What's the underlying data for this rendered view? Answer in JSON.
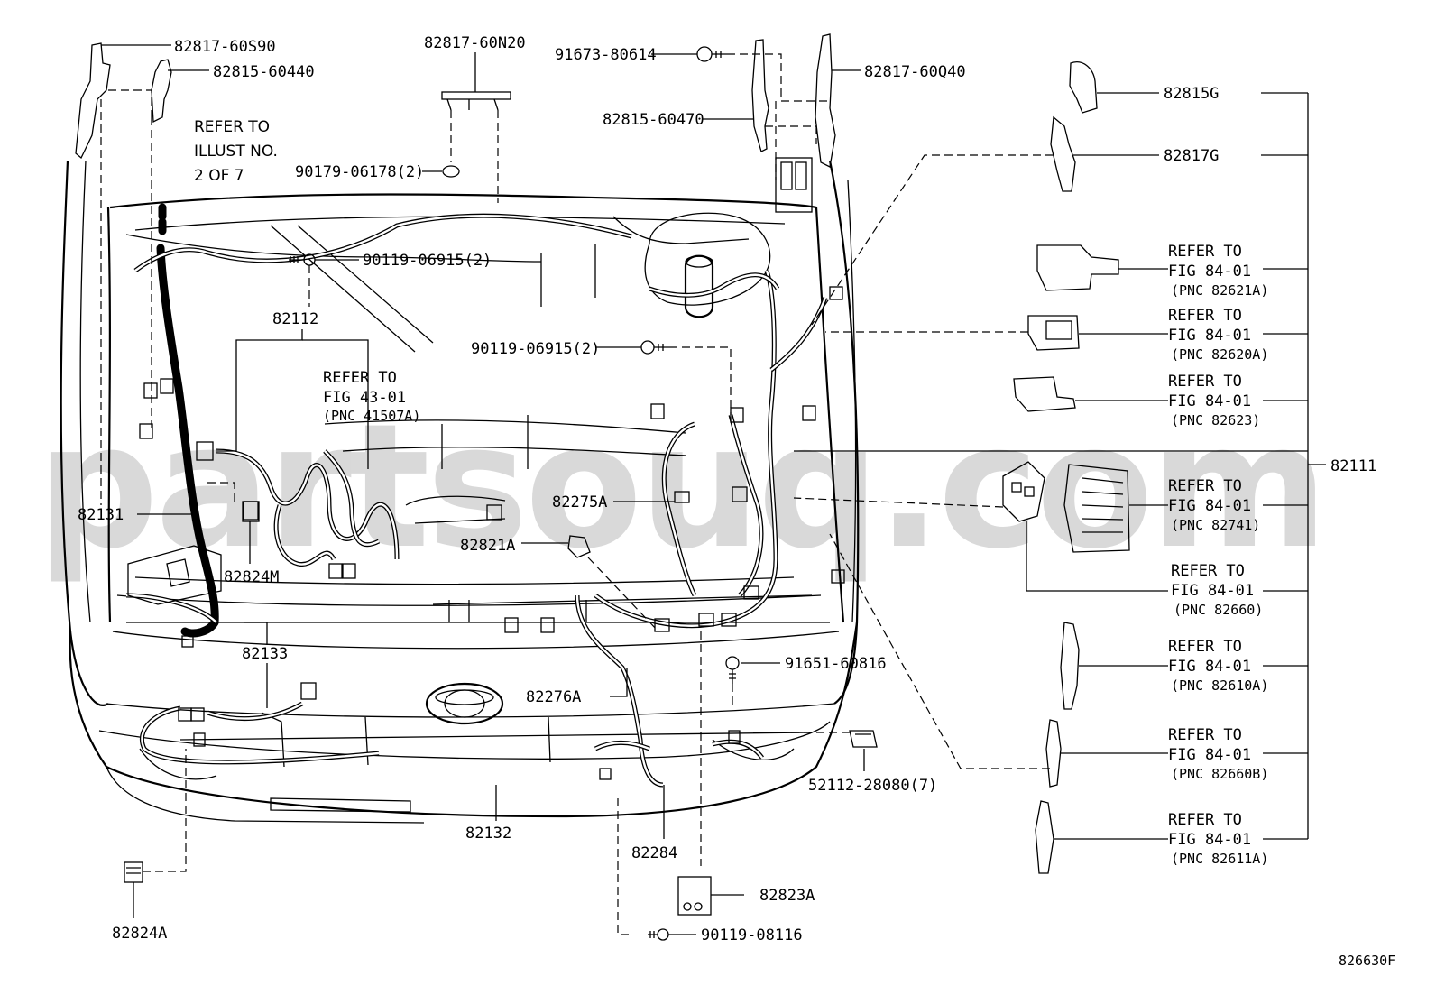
{
  "labels": {
    "p82817_60S90": "82817-60S90",
    "p82815_60440": "82815-60440",
    "p82817_60N20": "82817-60N20",
    "p91673_80614": "91673-80614",
    "p82817_60Q40": "82817-60Q40",
    "p82815_60470": "82815-60470",
    "p90179_06178": "90179-06178(2)",
    "p90119_06915_a": "90119-06915(2)",
    "p90119_06915_b": "90119-06915(2)",
    "p82112": "82112",
    "p82131": "82131",
    "p82824M": "82824M",
    "p82133": "82133",
    "p82275A": "82275A",
    "p82821A": "82821A",
    "p82276A": "82276A",
    "p91651_60816": "91651-60816",
    "p52112_28080": "52112-28080(7)",
    "p82132": "82132",
    "p82284": "82284",
    "p82823A": "82823A",
    "p90119_08116": "90119-08116",
    "p82824A": "82824A",
    "p82815G": "82815G",
    "p82817G": "82817G",
    "p82111": "82111",
    "diagram_id": "826630F"
  },
  "refer_illust": [
    "REFER TO",
    "ILLUST NO.",
    "2 OF 7"
  ],
  "refer_fig43": [
    "REFER TO",
    "FIG 43-01",
    "(PNC 41507A)"
  ],
  "refer_blocks": [
    [
      "REFER TO",
      "FIG 84-01",
      "(PNC 82621A)"
    ],
    [
      "REFER TO",
      "FIG 84-01",
      "(PNC 82620A)"
    ],
    [
      "REFER TO",
      "FIG 84-01",
      "(PNC 82623)"
    ],
    [
      "REFER TO",
      "FIG 84-01",
      "(PNC 82741)"
    ],
    [
      "REFER TO",
      "FIG 84-01",
      "(PNC 82660)"
    ],
    [
      "REFER TO",
      "FIG 84-01",
      "(PNC 82610A)"
    ],
    [
      "REFER TO",
      "FIG 84-01",
      "(PNC 82660B)"
    ],
    [
      "REFER TO",
      "FIG 84-01",
      "(PNC 82611A)"
    ]
  ],
  "watermark": "partsouq.com"
}
